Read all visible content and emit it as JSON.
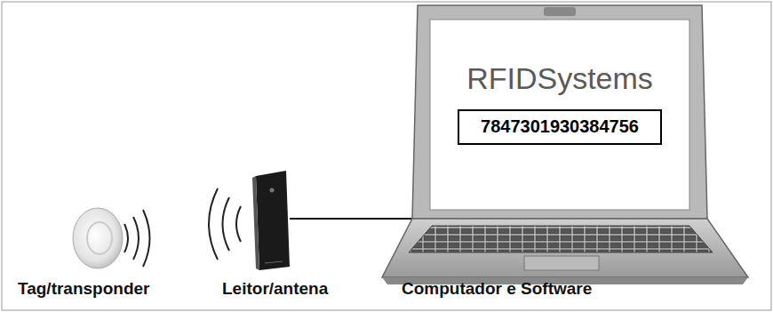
{
  "diagram": {
    "nodes": [
      {
        "text": [
          "RFIDSystems"
        ]
      },
      {
        "text": [
          "7847301930384756"
        ],
        "in": 0
      }
    ],
    "labels": [
      "Tag/transponder",
      "Leitor/antena",
      "Computador e Software"
    ]
  }
}
